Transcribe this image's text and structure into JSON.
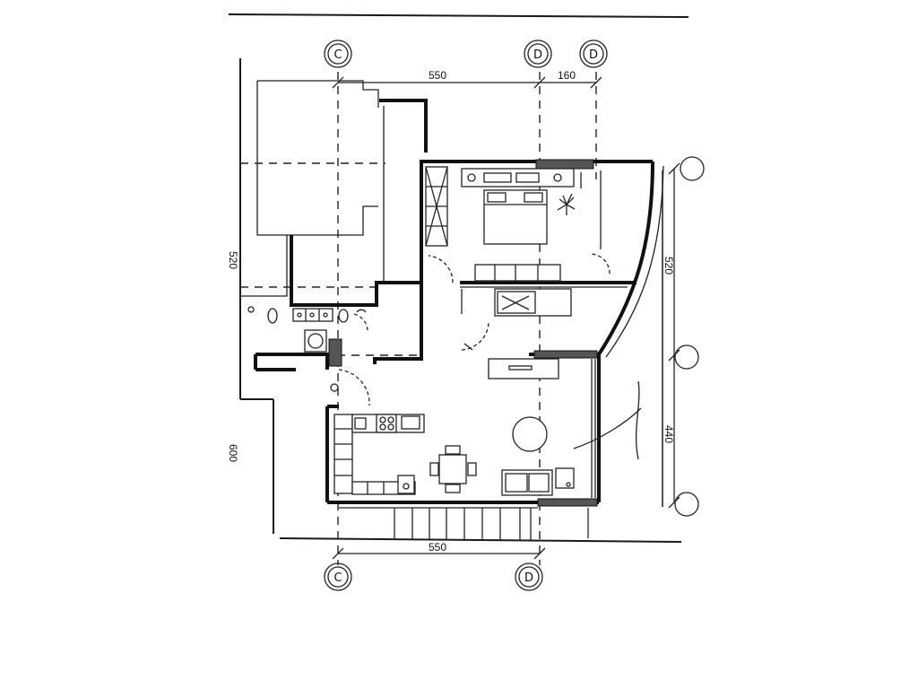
{
  "dimensions": {
    "top_left": "550",
    "top_right": "160",
    "right_upper": "520",
    "right_lower": "440",
    "left_upper": "520",
    "left_lower": "600",
    "bottom": "550"
  },
  "axes": {
    "c_top": "C",
    "d_top": "D",
    "e_top": "D",
    "c_bottom": "C",
    "d_bottom": "D",
    "r1": "",
    "r2": "",
    "r3": ""
  }
}
